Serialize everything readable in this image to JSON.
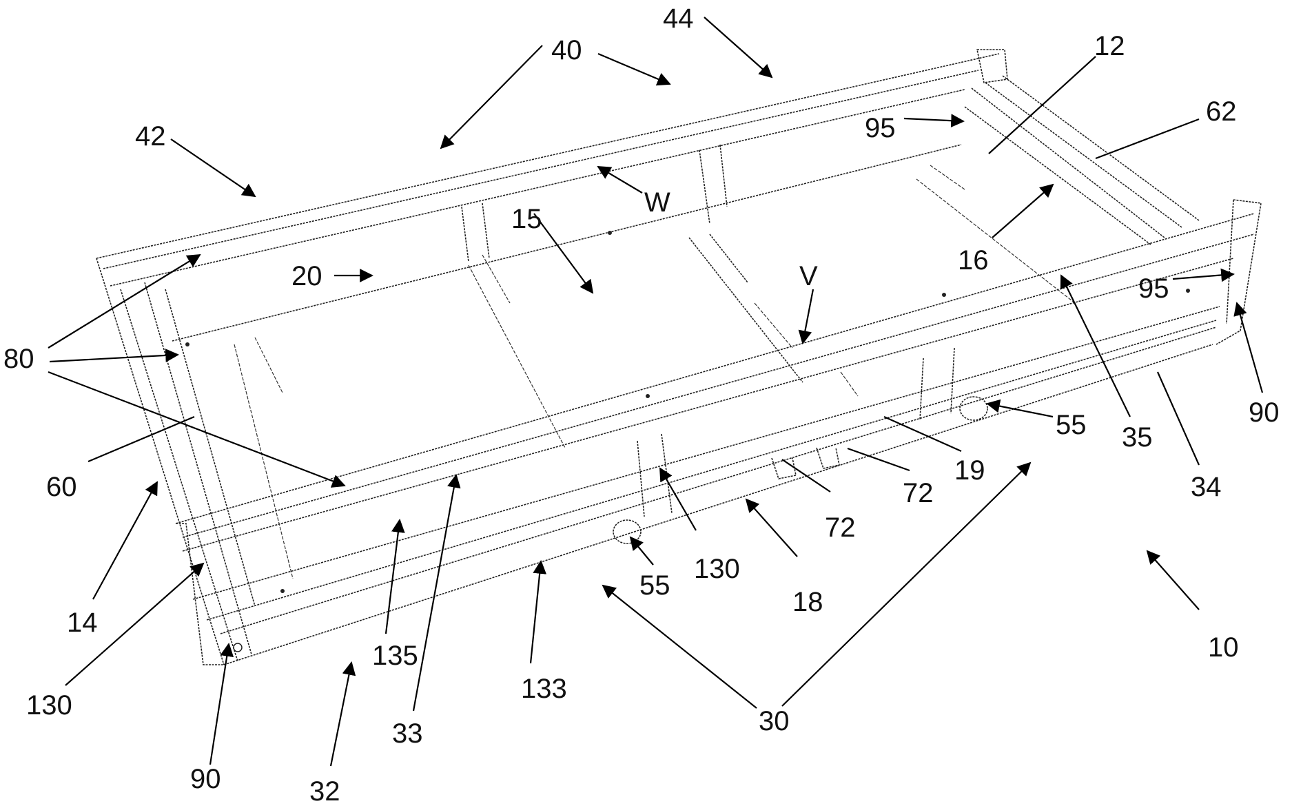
{
  "figure": {
    "type": "patent-drawing",
    "subject": "perspective view of rectangular frame assembly"
  },
  "labels": {
    "l44": "44",
    "l40": "40",
    "l42": "42",
    "l12": "12",
    "l62": "62",
    "l95a": "95",
    "lW": "W",
    "l15": "15",
    "l20": "20",
    "lV": "V",
    "l16": "16",
    "l95b": "95",
    "l80": "80",
    "l55a": "55",
    "l35": "35",
    "l90a": "90",
    "l34": "34",
    "l19": "19",
    "l72a": "72",
    "l72b": "72",
    "l60": "60",
    "l14": "14",
    "l130a": "130",
    "l18": "18",
    "l55b": "55",
    "l10": "10",
    "l130b": "130",
    "l135": "135",
    "l133": "133",
    "l30": "30",
    "l33": "33",
    "l90b": "90",
    "l32": "32"
  }
}
